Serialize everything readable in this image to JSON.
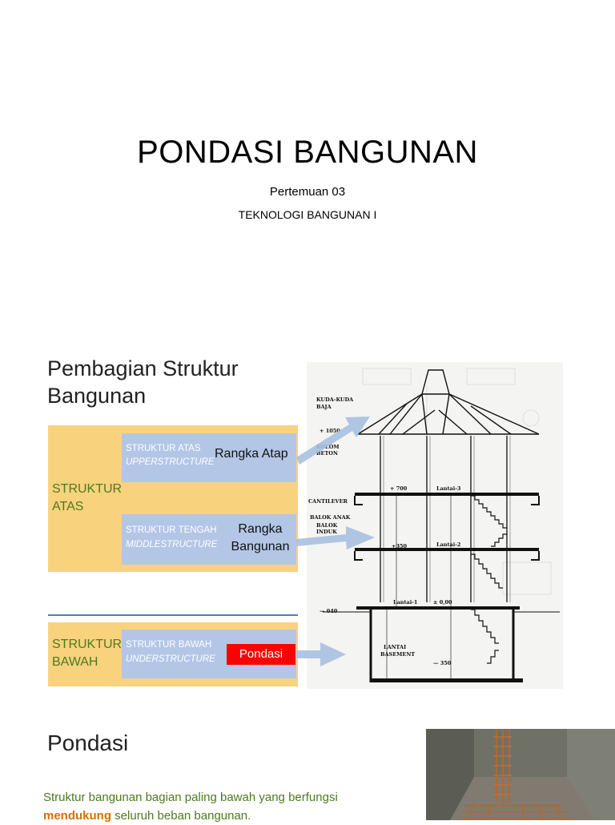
{
  "slide1": {
    "title": "PONDASI BANGUNAN",
    "subtitle": "Pertemuan 03",
    "course": "TEKNOLOGI BANGUNAN I"
  },
  "slide2": {
    "heading_line1": "Pembagian Struktur",
    "heading_line2": "Bangunan",
    "upper_band": {
      "line1": "STRUKTUR",
      "line2": "ATAS"
    },
    "lower_band": {
      "line1": "STRUKTUR",
      "line2": "BAWAH"
    },
    "box_atas": {
      "title": "STRUKTUR ATAS",
      "subtitle": "UPPERSTRUCTURE",
      "label": "Rangka Atap"
    },
    "box_tengah": {
      "title": "STRUKTUR TENGAH",
      "subtitle": "MIDDLESTRUCTURE",
      "label_line1": "Rangka",
      "label_line2": "Bangunan"
    },
    "box_bawah": {
      "title": "STRUKTUR BAWAH",
      "subtitle": "UNDERSTRUCTURE",
      "label": "Pondasi"
    },
    "drawing_labels": {
      "kuda": "KUDA-KUDA",
      "baja": "BAJA",
      "elev_1050": "+ 1050",
      "kolom": "KOLOM",
      "beton": "BETON",
      "elev_700": "+ 700",
      "lantai3": "Lantai-3",
      "cantilever": "CANTILEVER",
      "balok_anak": "BALOK ANAK",
      "balok": "BALOK",
      "induk": "INDUK",
      "elev_350": "+350",
      "lantai2": "Lantai-2",
      "lantai1": "Lantai-1",
      "elev_000": "± 0,00",
      "elev_040": "— 040",
      "lantai_basement_1": "LANTAI",
      "lantai_basement_2": "BASEMENT",
      "elev_m350": "— 350"
    },
    "colors": {
      "band": "#f9d27e",
      "box": "#b3c6e6",
      "band_text": "#4c7a1f",
      "tag": "#ff0000",
      "arrow": "#a9c0e0"
    }
  },
  "slide3": {
    "heading": "Pondasi",
    "desc_part1": "Struktur bangunan bagian paling bawah yang berfungsi",
    "desc_em": "mendukung",
    "desc_part2": "seluruh beban bangunan."
  }
}
